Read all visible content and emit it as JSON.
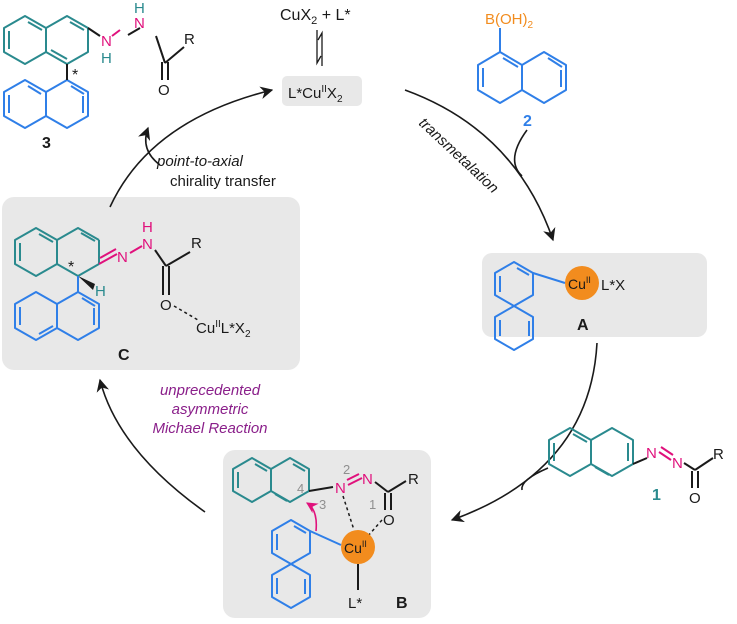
{
  "colors": {
    "teal": "#2a8a8e",
    "blue": "#2f7fe8",
    "orange": "#f28c1e",
    "magenta": "#e0117c",
    "purple": "#8a1f8a",
    "box_fill": "#e8e8e8",
    "bond": "#1a1a1a",
    "grey_label": "#8f8f8f"
  },
  "catalyst_formation": {
    "reactants_main": "CuX",
    "reactants_sub": "2",
    "reactants_tail": " + L*",
    "complex_prefix": "L*Cu",
    "complex_sup": "II",
    "complex_x": "X",
    "complex_sub": "2"
  },
  "compound_2": {
    "boronic_label": "B(OH)",
    "boronic_sub": "2",
    "number": "2"
  },
  "compound_1": {
    "number": "1",
    "n_left": "N",
    "n_right": "N",
    "carbonyl_o": "O",
    "r_group": "R"
  },
  "product_3": {
    "number": "3",
    "star": "*",
    "nh_top_n": "N",
    "nh_top_h": "H",
    "nh_bottom_n": "N",
    "nh_bottom_h": "H",
    "carbonyl_o": "O",
    "r_group": "R"
  },
  "intermediate_A": {
    "label": "A",
    "cu": "Cu",
    "cu_sup": "II",
    "ligand": "L*X"
  },
  "intermediate_B": {
    "label": "B",
    "cu": "Cu",
    "cu_sup": "II",
    "ligand": "L*",
    "n2": "N",
    "n1": "N",
    "o": "O",
    "r_group": "R",
    "pos_1": "1",
    "pos_2": "2",
    "pos_3": "3",
    "pos_4": "4"
  },
  "intermediate_C": {
    "label": "C",
    "star": "*",
    "h": "H",
    "n_left": "N",
    "nh_n": "N",
    "nh_h": "H",
    "o": "O",
    "r_group": "R",
    "cu_prefix": "Cu",
    "cu_sup": "II",
    "cu_ligand": "L*X",
    "cu_sub": "2"
  },
  "steps": {
    "transmetalation": "transmetalation",
    "chirality_line1": "point-to-axial",
    "chirality_line2": "chirality transfer",
    "michael_line1": "unprecedented",
    "michael_line2": "asymmetric",
    "michael_line3": "Michael Reaction"
  }
}
